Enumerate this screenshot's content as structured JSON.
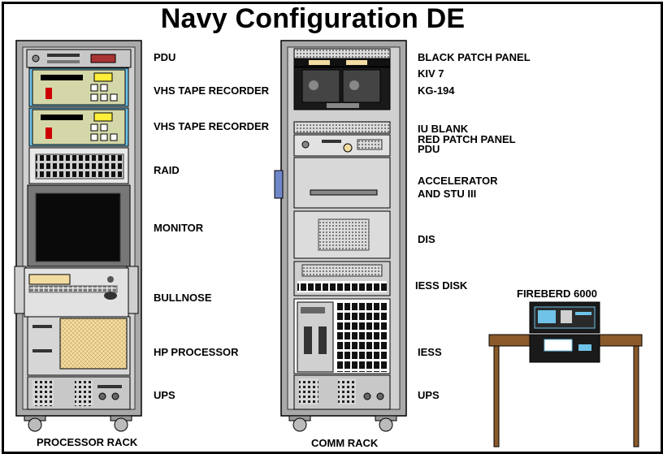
{
  "title": "Navy Configuration DE",
  "processor_rack": {
    "label": "PROCESSOR RACK",
    "components": [
      "PDU",
      "VHS TAPE RECORDER",
      "VHS TAPE RECORDER",
      "RAID",
      "MONITOR",
      "BULLNOSE",
      "HP PROCESSOR",
      "UPS"
    ]
  },
  "comm_rack": {
    "label": "COMM RACK",
    "components": [
      "BLACK PATCH PANEL",
      "KIV 7",
      "KG-194",
      "IU BLANK",
      "RED PATCH PANEL",
      "PDU",
      "ACCELERATOR",
      "AND STU III",
      "DIS",
      "IESS DISK",
      "IESS",
      "UPS"
    ]
  },
  "fireberd": {
    "label": "FIREBERD 6000"
  },
  "colors": {
    "rack_frame": "#a9a9a9",
    "panel_gray": "#c8c8c8",
    "vhs_green": "#d4d7a8",
    "highlight_blue": "#6fc3e8",
    "keyboard_tan": "#f3dca0",
    "table_brown": "#8b5a2b",
    "screen_black": "#0a0a0a"
  }
}
